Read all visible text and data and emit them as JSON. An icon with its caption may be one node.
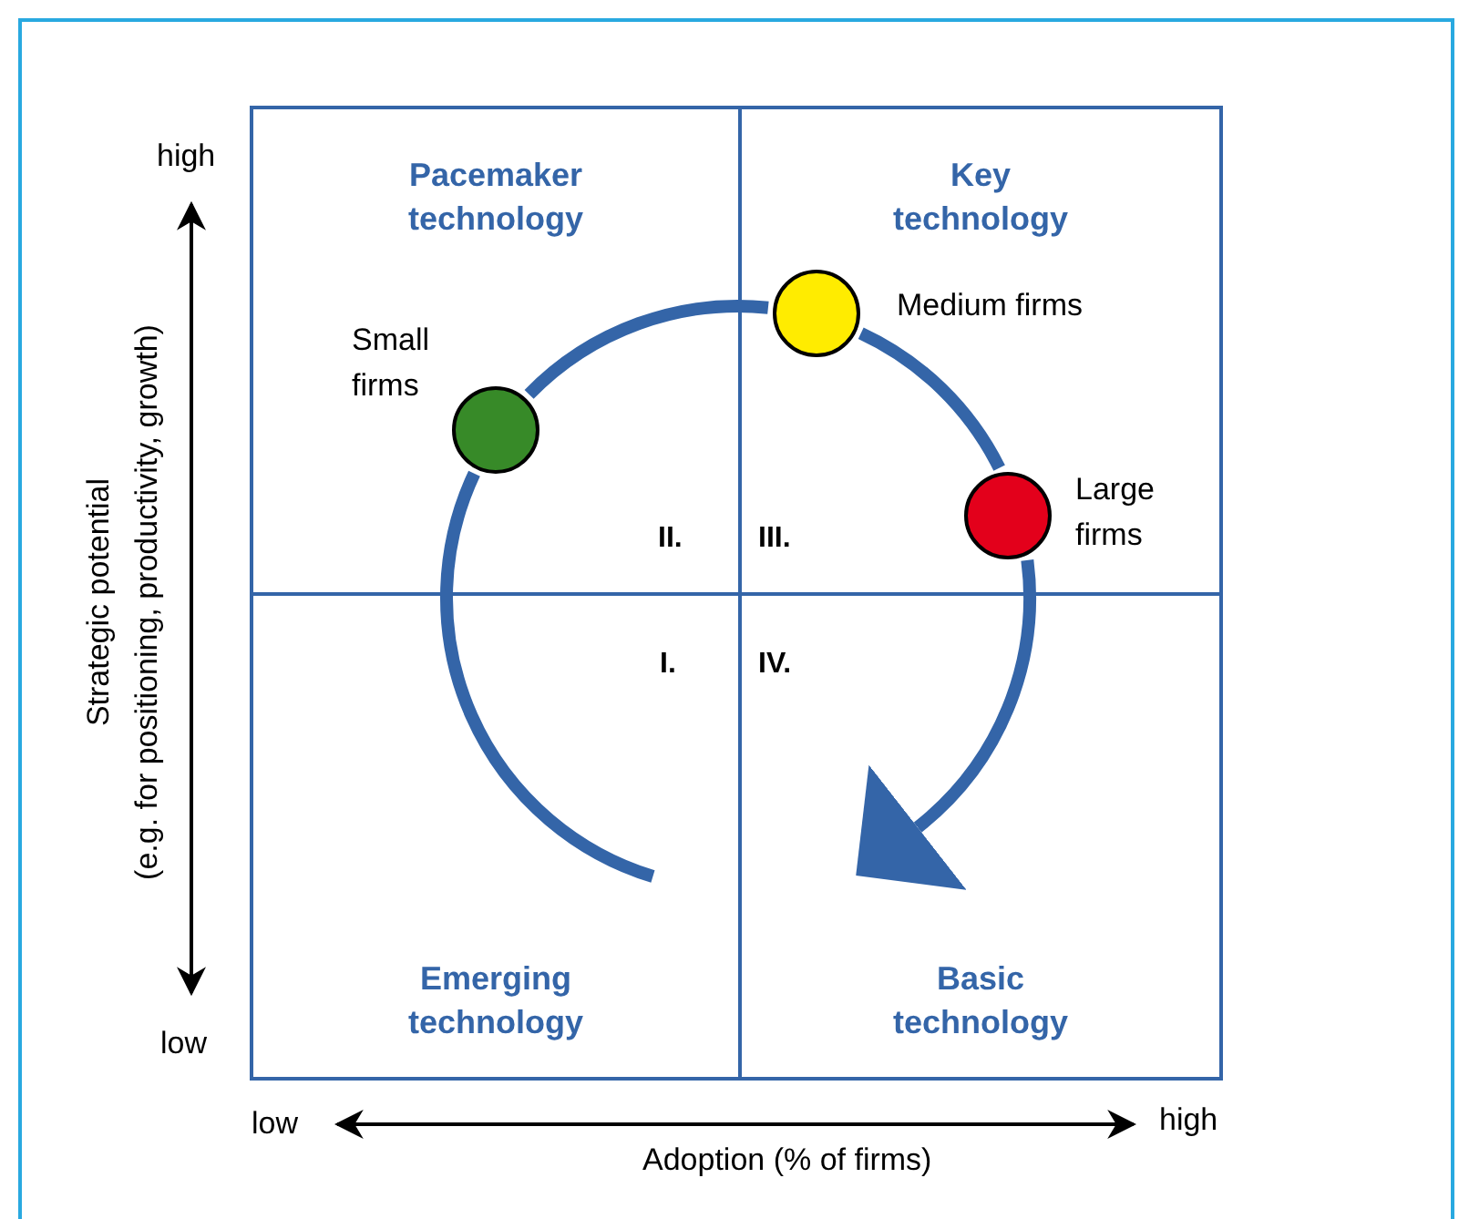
{
  "diagram": {
    "nodes": [
      {
        "text": [
          "Pacemaker technology"
        ]
      },
      {
        "text": [
          "Key technology"
        ]
      },
      {
        "text": [],
        "shape": "circle",
        "in": 0,
        "beside": [
          "Small firms"
        ]
      },
      {
        "text": [],
        "shape": "circle",
        "in": 1,
        "beside": [
          "Medium firms"
        ]
      },
      {
        "text": [],
        "shape": "circle",
        "in": 1,
        "beside": [
          "Large firms"
        ]
      },
      {
        "text": [
          "Emerging technology"
        ]
      },
      {
        "text": [
          "Basic technology"
        ]
      }
    ],
    "edges": [
      {
        "from": 5,
        "to": 2,
        "arrow": "none"
      },
      {
        "from": 2,
        "to": 3,
        "arrow": "none"
      },
      {
        "from": 3,
        "to": 4,
        "arrow": "none"
      },
      {
        "from": 4,
        "to": 6,
        "arrow": "to"
      }
    ],
    "labels": [
      "high",
      "Strategic potential",
      "(e.g. for positioning, productivity, growth)",
      "low",
      "II.",
      "III.",
      "I.",
      "IV.",
      "low",
      "high",
      "Adoption (% of firms)"
    ]
  }
}
